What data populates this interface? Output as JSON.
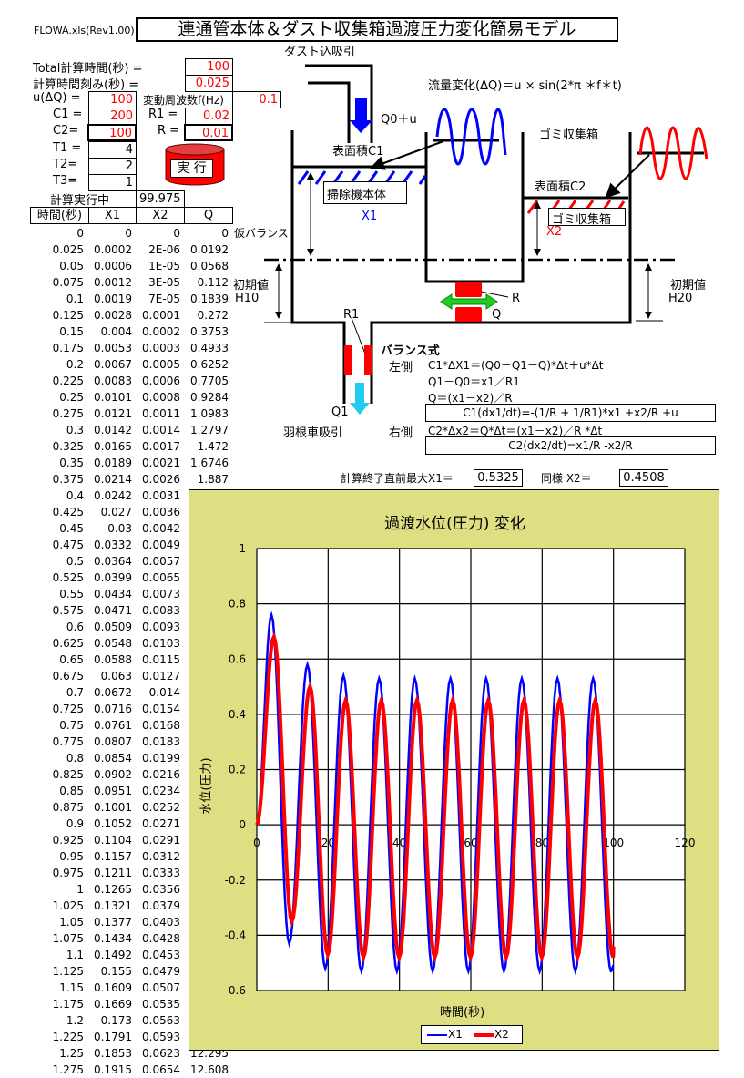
{
  "file_label": "FLOWA.xls(Rev1.00)",
  "title": "連通管本体＆ダスト収集箱過渡圧力変化簡易モデル",
  "params": {
    "total_time_label": "Total計算時間(秒) =",
    "total_time": "100",
    "step_label": "計算時間刻み(秒) =",
    "step": "0.025",
    "u_label": "u(ΔQ) =",
    "u": "100",
    "freq_label": "変動周波数f(Hz)",
    "freq": "0.1",
    "c1_label": "C1 =",
    "c1": "200",
    "r1_label": "R1 =",
    "r1": "0.02",
    "c2_label": "C2=",
    "c2": "100",
    "r_label": "R =",
    "r": "0.01",
    "t1_label": "T1 =",
    "t1": "4",
    "t2_label": "T2=",
    "t2": "2",
    "t3_label": "T3=",
    "t3": "1",
    "running_label": "計算実行中",
    "running_value": "99.975",
    "run_button": "実 行"
  },
  "table": {
    "headers": [
      "時間(秒)",
      "X1",
      "X2",
      "Q"
    ],
    "first_row_note": "仮バランス",
    "rows": [
      [
        "0",
        "0",
        "0",
        "0"
      ],
      [
        "0.025",
        "0.0002",
        "2E-06",
        "0.0192"
      ],
      [
        "0.05",
        "0.0006",
        "1E-05",
        "0.0568"
      ],
      [
        "0.075",
        "0.0012",
        "3E-05",
        "0.112"
      ],
      [
        "0.1",
        "0.0019",
        "7E-05",
        "0.1839"
      ],
      [
        "0.125",
        "0.0028",
        "0.0001",
        "0.272"
      ],
      [
        "0.15",
        "0.004",
        "0.0002",
        "0.3753"
      ],
      [
        "0.175",
        "0.0053",
        "0.0003",
        "0.4933"
      ],
      [
        "0.2",
        "0.0067",
        "0.0005",
        "0.6252"
      ],
      [
        "0.225",
        "0.0083",
        "0.0006",
        "0.7705"
      ],
      [
        "0.25",
        "0.0101",
        "0.0008",
        "0.9284"
      ],
      [
        "0.275",
        "0.0121",
        "0.0011",
        "1.0983"
      ],
      [
        "0.3",
        "0.0142",
        "0.0014",
        "1.2797"
      ],
      [
        "0.325",
        "0.0165",
        "0.0017",
        "1.472"
      ],
      [
        "0.35",
        "0.0189",
        "0.0021",
        "1.6746"
      ],
      [
        "0.375",
        "0.0214",
        "0.0026",
        "1.887"
      ],
      [
        "0.4",
        "0.0242",
        "0.0031",
        ""
      ],
      [
        "0.425",
        "0.027",
        "0.0036",
        ""
      ],
      [
        "0.45",
        "0.03",
        "0.0042",
        ""
      ],
      [
        "0.475",
        "0.0332",
        "0.0049",
        ""
      ],
      [
        "0.5",
        "0.0364",
        "0.0057",
        ""
      ],
      [
        "0.525",
        "0.0399",
        "0.0065",
        ""
      ],
      [
        "0.55",
        "0.0434",
        "0.0073",
        ""
      ],
      [
        "0.575",
        "0.0471",
        "0.0083",
        ""
      ],
      [
        "0.6",
        "0.0509",
        "0.0093",
        ""
      ],
      [
        "0.625",
        "0.0548",
        "0.0103",
        ""
      ],
      [
        "0.65",
        "0.0588",
        "0.0115",
        ""
      ],
      [
        "0.675",
        "0.063",
        "0.0127",
        ""
      ],
      [
        "0.7",
        "0.0672",
        "0.014",
        ""
      ],
      [
        "0.725",
        "0.0716",
        "0.0154",
        ""
      ],
      [
        "0.75",
        "0.0761",
        "0.0168",
        ""
      ],
      [
        "0.775",
        "0.0807",
        "0.0183",
        ""
      ],
      [
        "0.8",
        "0.0854",
        "0.0199",
        ""
      ],
      [
        "0.825",
        "0.0902",
        "0.0216",
        ""
      ],
      [
        "0.85",
        "0.0951",
        "0.0234",
        ""
      ],
      [
        "0.875",
        "0.1001",
        "0.0252",
        ""
      ],
      [
        "0.9",
        "0.1052",
        "0.0271",
        ""
      ],
      [
        "0.925",
        "0.1104",
        "0.0291",
        ""
      ],
      [
        "0.95",
        "0.1157",
        "0.0312",
        ""
      ],
      [
        "0.975",
        "0.1211",
        "0.0333",
        ""
      ],
      [
        "1",
        "0.1265",
        "0.0356",
        ""
      ],
      [
        "1.025",
        "0.1321",
        "0.0379",
        ""
      ],
      [
        "1.05",
        "0.1377",
        "0.0403",
        ""
      ],
      [
        "1.075",
        "0.1434",
        "0.0428",
        ""
      ],
      [
        "1.1",
        "0.1492",
        "0.0453",
        ""
      ],
      [
        "1.125",
        "0.155",
        "0.0479",
        ""
      ],
      [
        "1.15",
        "0.1609",
        "0.0507",
        ""
      ],
      [
        "1.175",
        "0.1669",
        "0.0535",
        ""
      ],
      [
        "1.2",
        "0.173",
        "0.0563",
        ""
      ],
      [
        "1.225",
        "0.1791",
        "0.0593",
        ""
      ],
      [
        "1.25",
        "0.1853",
        "0.0623",
        "12.295"
      ],
      [
        "1.275",
        "0.1915",
        "0.0654",
        "12.608"
      ]
    ]
  },
  "diagram": {
    "dust_intake": "ダスト込吸引",
    "q0u": "Q0＋u",
    "flow_formula": "流量変化(ΔQ)＝u × sin(2*π ＊f＊t)",
    "surface_c1": "表面積C1",
    "surface_c2": "表面積C2",
    "cleaner_body": "掃除機本体",
    "x1": "X1",
    "x2": "X2",
    "dust_box_title": "ゴミ収集箱",
    "dust_box": "ゴミ収集箱",
    "temp_balance": "仮バランス",
    "init_left": "初期値",
    "h10": "H10",
    "init_right": "初期値",
    "h20": "H20",
    "r": "R",
    "q": "Q",
    "r1": "R1",
    "q1": "Q1",
    "impeller": "羽根車吸引",
    "balance_title": "バランス式",
    "left_side": "左側",
    "right_side": "右側",
    "eq1": "C1*ΔX1＝(Q0－Q1－Q)*Δt＋u*Δt",
    "eq2": "Q1－Q0＝x1／R1",
    "eq3": "Q＝(x1－x2)／R",
    "eq4": "C1(dx1/dt)=-(1/R + 1/R1)*x1 +x2/R +u",
    "eq5": "C2*Δx2＝Q*Δt＝(x1－x2)／R *Δt",
    "eq6": "C2(dx2/dt)=x1/R -x2/R",
    "max_x1_label": "計算終了直前最大X1＝",
    "max_x1": "0.5325",
    "max_x2_label": "同様  X2＝",
    "max_x2": "0.4508"
  },
  "colors": {
    "x1": "#0000ff",
    "x2": "#ff0000",
    "chart_bg": "#dede82",
    "input_red": "#ff0000"
  },
  "chart_data": {
    "type": "line",
    "title": "過渡水位(圧力) 変化",
    "xlabel": "時間(秒)",
    "ylabel": "水位(圧力)",
    "xlim": [
      0,
      120
    ],
    "ylim": [
      -0.6,
      1
    ],
    "xticks": [
      "0",
      "20",
      "40",
      "60",
      "80",
      "100",
      "120"
    ],
    "yticks": [
      "1",
      "0.8",
      "0.6",
      "0.4",
      "0.2",
      "0",
      "-0.2",
      "-0.4",
      "-0.6"
    ],
    "grid": true,
    "legend": "bottom",
    "series": [
      {
        "name": "X1",
        "extrema": [
          [
            0,
            0
          ],
          [
            4.1,
            0.76
          ],
          [
            9.1,
            -0.43
          ],
          [
            14.2,
            0.58
          ],
          [
            19.2,
            -0.52
          ],
          [
            24.3,
            0.54
          ],
          [
            29.3,
            -0.53
          ],
          [
            34.3,
            0.53
          ],
          [
            39.3,
            -0.53
          ],
          [
            44.3,
            0.53
          ],
          [
            49.3,
            -0.53
          ],
          [
            54.3,
            0.53
          ],
          [
            59.3,
            -0.53
          ],
          [
            64.3,
            0.53
          ],
          [
            69.3,
            -0.53
          ],
          [
            74.3,
            0.53
          ],
          [
            79.3,
            -0.53
          ],
          [
            84.3,
            0.53
          ],
          [
            89.3,
            -0.53
          ],
          [
            94.3,
            0.53
          ],
          [
            99.3,
            -0.53
          ],
          [
            100,
            -0.51
          ]
        ]
      },
      {
        "name": "X2",
        "extrema": [
          [
            0,
            0
          ],
          [
            4.8,
            0.68
          ],
          [
            9.8,
            -0.35
          ],
          [
            14.9,
            0.5
          ],
          [
            19.9,
            -0.47
          ],
          [
            24.9,
            0.45
          ],
          [
            29.9,
            -0.48
          ],
          [
            34.9,
            0.45
          ],
          [
            39.9,
            -0.48
          ],
          [
            44.9,
            0.45
          ],
          [
            49.9,
            -0.48
          ],
          [
            54.9,
            0.45
          ],
          [
            59.9,
            -0.48
          ],
          [
            64.9,
            0.45
          ],
          [
            69.9,
            -0.48
          ],
          [
            74.9,
            0.45
          ],
          [
            79.9,
            -0.48
          ],
          [
            84.9,
            0.45
          ],
          [
            89.9,
            -0.48
          ],
          [
            94.9,
            0.45
          ],
          [
            99.9,
            -0.48
          ],
          [
            100,
            -0.44
          ]
        ]
      }
    ]
  }
}
